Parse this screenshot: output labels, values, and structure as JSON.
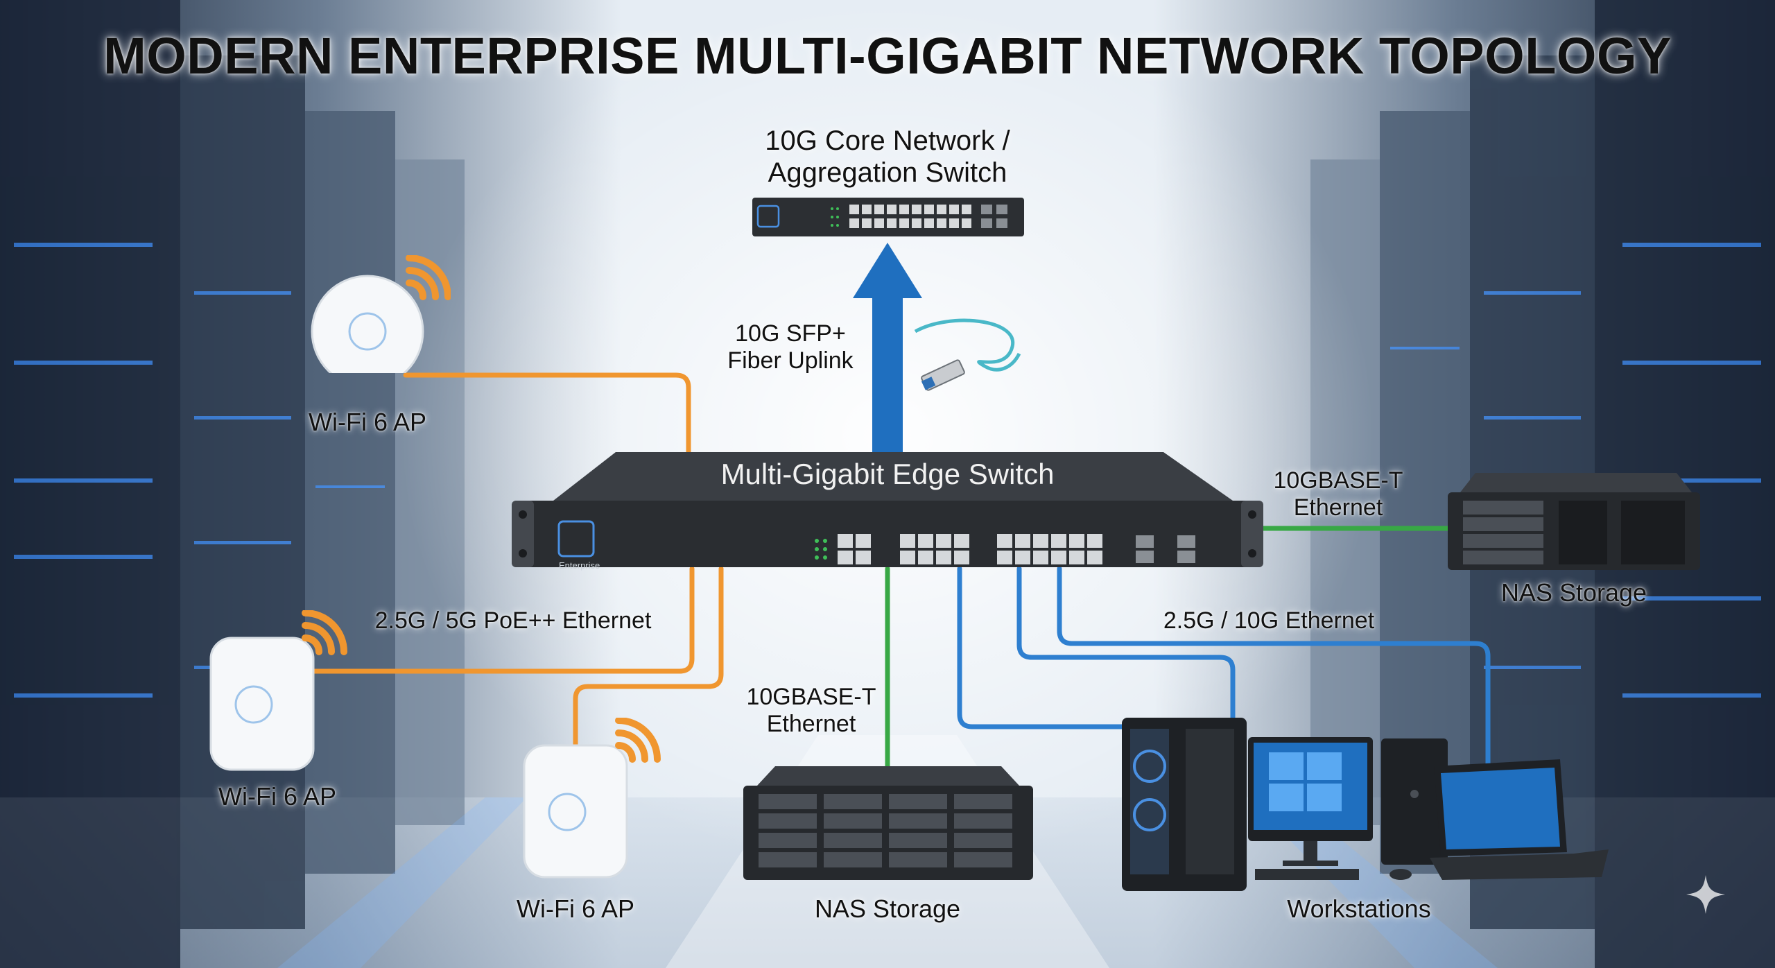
{
  "title": "MODERN ENTERPRISE MULTI-GIGABIT NETWORK TOPOLOGY",
  "core_switch": {
    "label_line1": "10G Core Network /",
    "label_line2": "Aggregation Switch"
  },
  "uplink": {
    "label_line1": "10G SFP+",
    "label_line2": "Fiber Uplink"
  },
  "edge_switch": {
    "label": "Multi-Gigabit Edge Switch",
    "brand": "Enterprise"
  },
  "access_points": [
    {
      "label": "Wi-Fi 6 AP"
    },
    {
      "label": "Wi-Fi 6 AP"
    },
    {
      "label": "Wi-Fi 6 AP"
    }
  ],
  "links": {
    "poe": "2.5G / 5G PoE++ Ethernet",
    "nas_right_line1": "10GBASE-T",
    "nas_right_line2": "Ethernet",
    "nas_bottom_line1": "10GBASE-T",
    "nas_bottom_line2": "Ethernet",
    "workstations": "2.5G / 10G Ethernet"
  },
  "nas_right": {
    "label": "NAS Storage"
  },
  "nas_bottom": {
    "label": "NAS Storage"
  },
  "workstations": {
    "label": "Workstations"
  },
  "colors": {
    "poe": "#f0962f",
    "ten_gbase_t": "#38a845",
    "multi_gig": "#2e7fd0",
    "uplink": "#1f6fbf"
  },
  "icons": [
    "wifi-signal-icon",
    "fiber-cable-icon",
    "sfp-module-icon",
    "rack-icon",
    "desktop-tower-icon",
    "monitor-icon",
    "laptop-icon",
    "sparkle-icon"
  ]
}
